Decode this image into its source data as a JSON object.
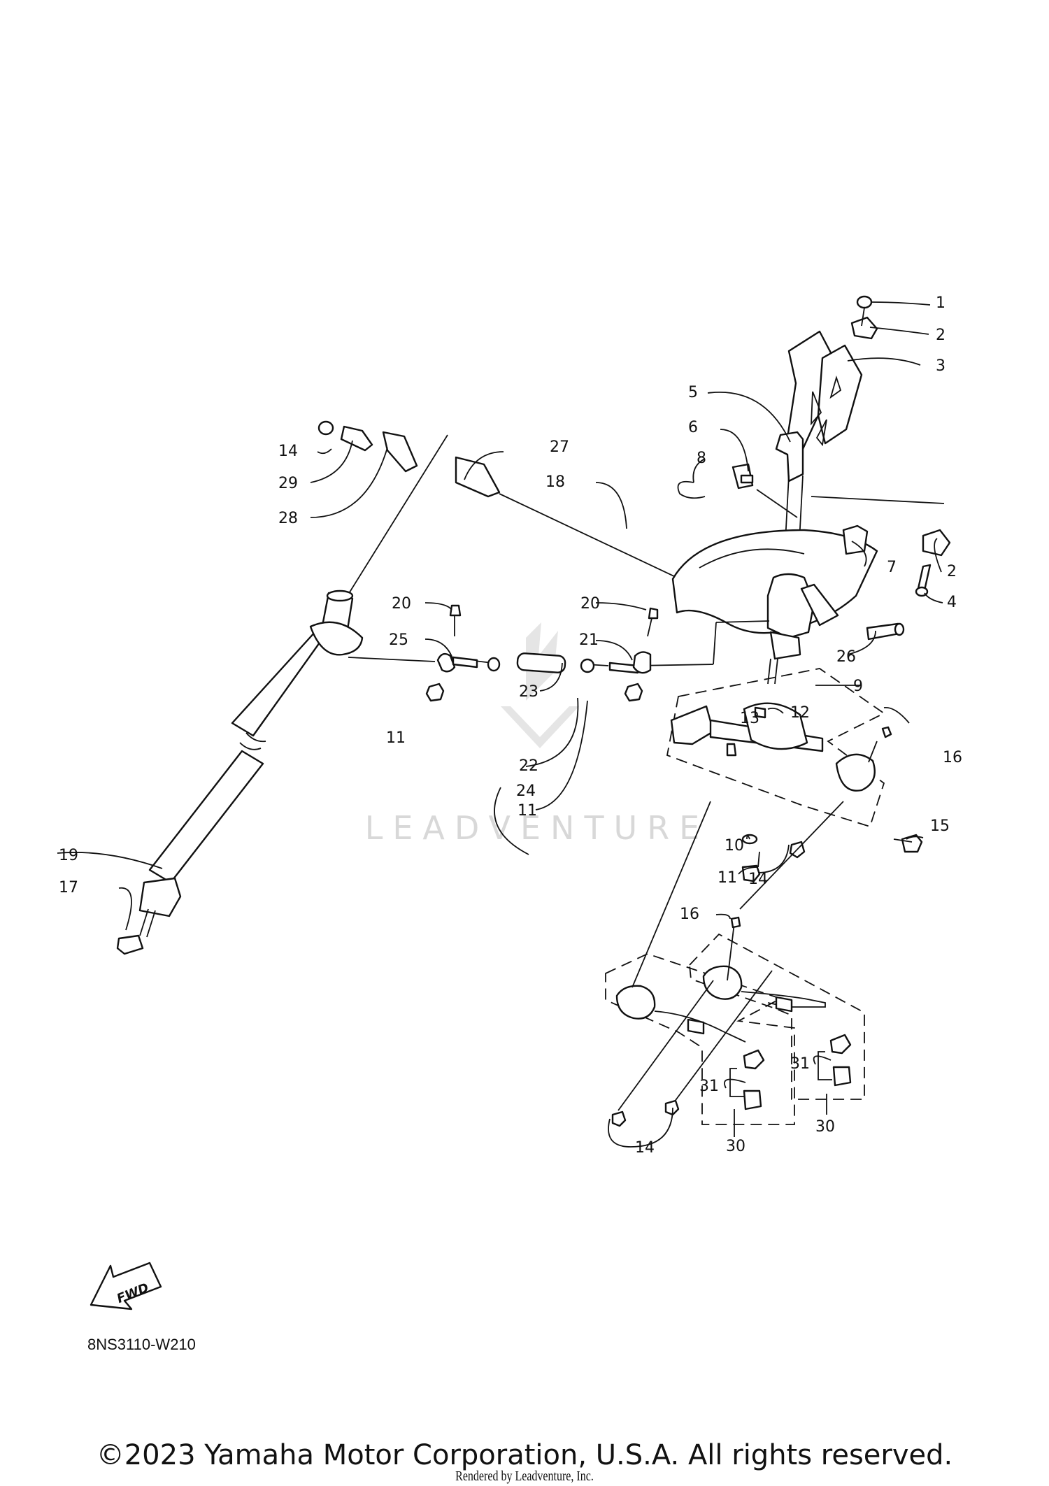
{
  "diagram_code": "8NS3110-W210",
  "copyright": "©2023 Yamaha Motor Corporation, U.S.A. All rights reserved.",
  "rendered_by": "Rendered by Leadventure, Inc.",
  "watermark": "LEADVENTURE",
  "fwd_label": "FWD",
  "callouts": [
    "1",
    "2",
    "3",
    "5",
    "6",
    "8",
    "27",
    "14",
    "29",
    "28",
    "18",
    "7",
    "2",
    "4",
    "20",
    "20",
    "25",
    "21",
    "26",
    "9",
    "23",
    "12",
    "11",
    "22",
    "13",
    "16",
    "11",
    "24",
    "15",
    "10",
    "19",
    "11",
    "14",
    "17",
    "16",
    "31",
    "31",
    "14",
    "30",
    "30"
  ],
  "colors": {
    "line": "#111111",
    "watermark": "#d4d4d4",
    "background": "#ffffff"
  }
}
